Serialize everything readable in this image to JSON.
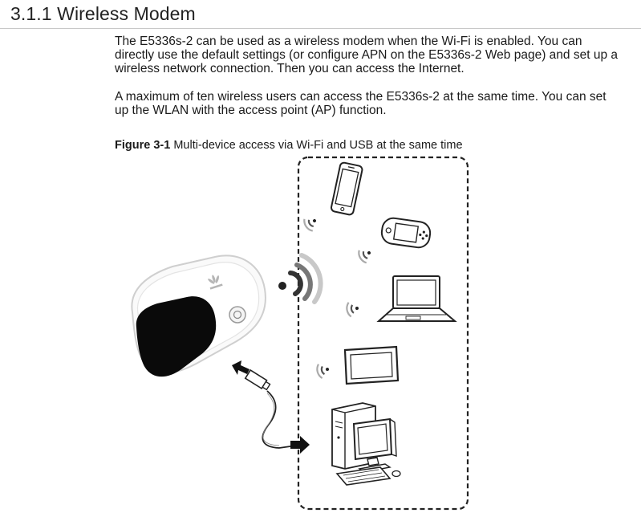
{
  "section": {
    "heading": "3.1.1 Wireless Modem"
  },
  "paragraphs": [
    "The E5336s-2 can be used as a wireless modem when the Wi-Fi is enabled. You can directly use the default settings (or configure APN on the E5336s-2 Web page) and set up a wireless network connection. Then you can access the Internet.",
    "A maximum of ten wireless users can access the E5336s-2 at the same time. You can set up the WLAN with the access point (AP) function."
  ],
  "figure": {
    "label": "Figure 3-1",
    "caption": "Multi-device access via Wi-Fi and USB at the same time",
    "icons": {
      "modem": "wireless-modem-icon",
      "phone": "smartphone-icon",
      "console": "handheld-game-console-icon",
      "laptop": "laptop-icon",
      "tablet": "tablet-icon",
      "desktop": "desktop-computer-icon",
      "wifi": "wifi-signal-icon",
      "usb": "usb-cable-icon"
    },
    "colors": {
      "line": "#222222",
      "fill": "#ffffff",
      "screen": "#0a0a0a",
      "wifi_gray": "#a8a8a8"
    }
  }
}
